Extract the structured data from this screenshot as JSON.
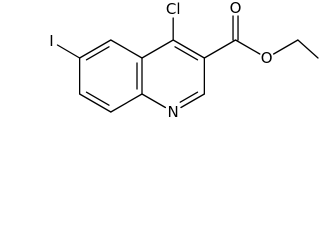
{
  "molecule": {
    "atoms": {
      "chlorine": "Cl",
      "iodine": "I",
      "nitrogen": "N",
      "carbonyl_oxygen": "O",
      "ester_oxygen": "O"
    }
  },
  "colors": {
    "bond": "#000000",
    "label": "#000000",
    "background": "#ffffff"
  }
}
